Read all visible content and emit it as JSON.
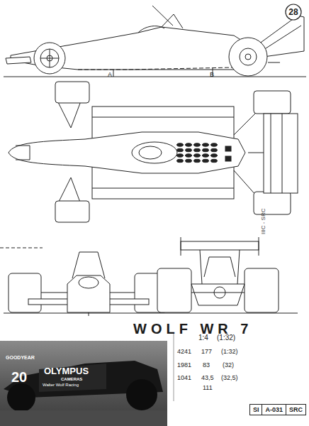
{
  "diagram": {
    "title": "WOLF WR 7",
    "nodes": [
      {
        "text": [
          "28"
        ]
      },
      {
        "text": [
          "SI",
          "A-031",
          "SRC"
        ]
      }
    ],
    "labels": [
      "A",
      "B",
      "IIIC - SRC",
      "1:4",
      "(1:32)",
      "4241",
      "177",
      "(1:32)",
      "1981",
      "83",
      "(32)",
      "1041",
      "43,5",
      "(32,5)",
      "111",
      "OLYMPUS",
      "CAMERAS",
      "20",
      "Walter Wolf Racing",
      "GOODYEAR"
    ]
  }
}
